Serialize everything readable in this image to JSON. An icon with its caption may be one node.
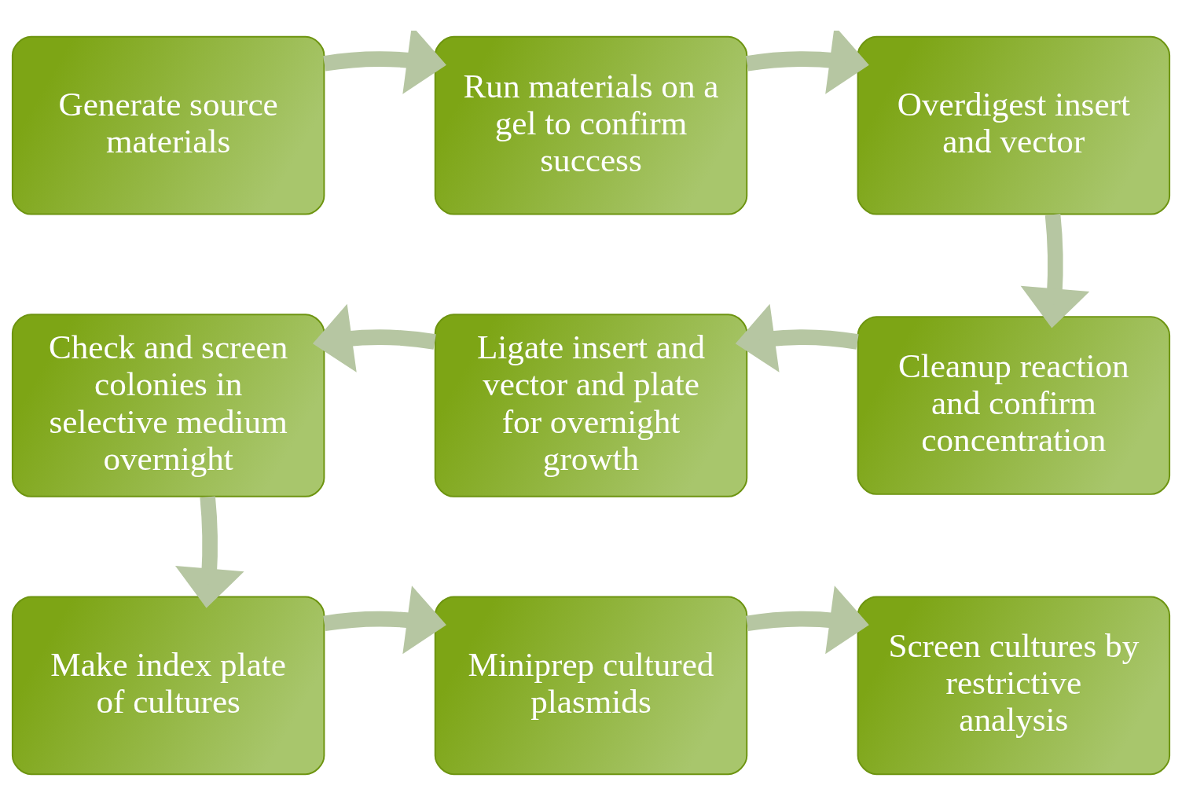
{
  "diagram": {
    "nodes": [
      {
        "text": [
          "Generate source materials"
        ]
      },
      {
        "text": [
          "Run materials on a gel to confirm success"
        ]
      },
      {
        "text": [
          "Overdigest insert and vector"
        ]
      },
      {
        "text": [
          "Check and screen colonies in selective medium overnight"
        ]
      },
      {
        "text": [
          "Ligate insert and vector and plate for overnight growth"
        ]
      },
      {
        "text": [
          "Cleanup reaction and confirm concentration"
        ]
      },
      {
        "text": [
          "Make index plate of cultures"
        ]
      },
      {
        "text": [
          "Miniprep cultured plasmids"
        ]
      },
      {
        "text": [
          "Screen cultures by restrictive analysis"
        ]
      }
    ],
    "edges": [
      {
        "from": 0,
        "to": 1,
        "arrow": "to"
      },
      {
        "from": 1,
        "to": 2,
        "arrow": "to"
      },
      {
        "from": 2,
        "to": 5,
        "arrow": "to"
      },
      {
        "from": 5,
        "to": 4,
        "arrow": "to"
      },
      {
        "from": 4,
        "to": 3,
        "arrow": "to"
      },
      {
        "from": 3,
        "to": 6,
        "arrow": "to"
      },
      {
        "from": 6,
        "to": 7,
        "arrow": "to"
      },
      {
        "from": 7,
        "to": 8,
        "arrow": "to"
      }
    ]
  }
}
